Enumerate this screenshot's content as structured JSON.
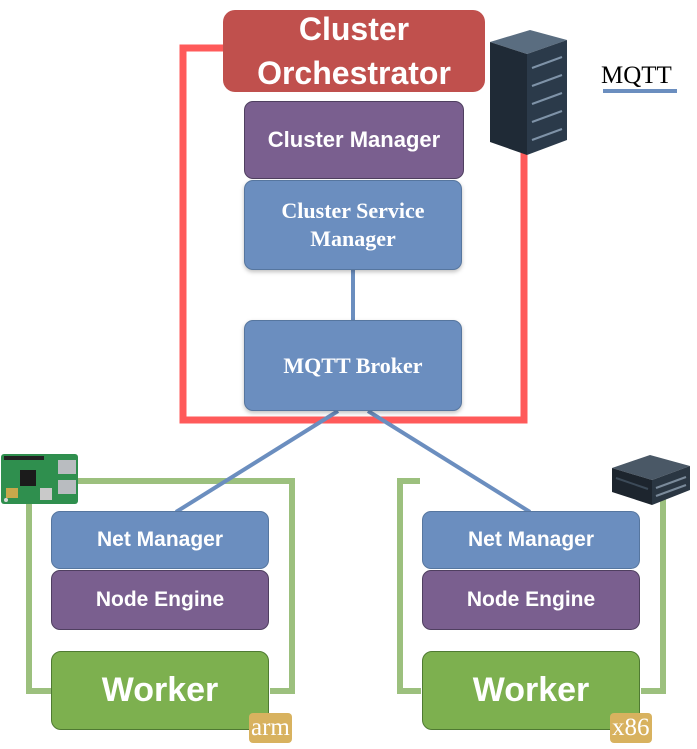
{
  "orchestrator": {
    "title_line1": "Cluster",
    "title_line2": "Orchestrator",
    "cluster_manager": "Cluster Manager",
    "service_manager_line1": "Cluster Service",
    "service_manager_line2": "Manager",
    "mqtt_broker": "MQTT Broker"
  },
  "legend": {
    "mqtt": "MQTT"
  },
  "workers": [
    {
      "net_manager": "Net Manager",
      "node_engine": "Node Engine",
      "worker": "Worker",
      "arch": "arm"
    },
    {
      "net_manager": "Net Manager",
      "node_engine": "Node Engine",
      "worker": "Worker",
      "arch": "x86"
    }
  ],
  "colors": {
    "orchestrator": "#c0504d",
    "manager": "#7a5f8f",
    "service": "#6b8ebf",
    "worker": "#7db04f",
    "cluster_border": "#ff5a5a",
    "worker_border": "#9cc07e",
    "mqtt_link": "#6b8ebf"
  },
  "icons": [
    "server-tower-icon",
    "raspberry-pi-board-icon",
    "rack-server-icon"
  ]
}
